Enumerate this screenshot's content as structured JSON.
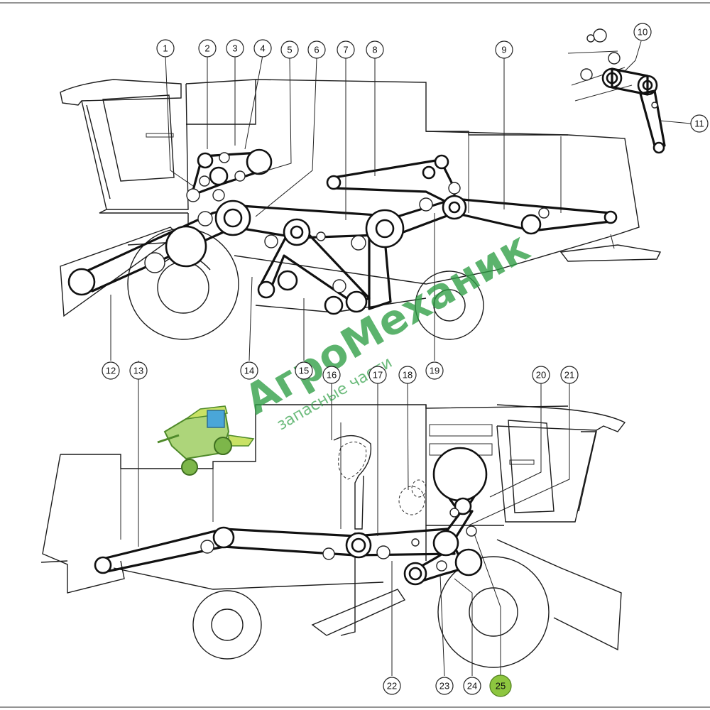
{
  "watermark": {
    "title": "АгроМеханик",
    "subtitle": "запасные части",
    "color": "#2e9e44",
    "logo_icon": "combine-harvester-logo-icon"
  },
  "highlight_color": "#8dc63f",
  "callouts": [
    {
      "label": "1"
    },
    {
      "label": "2"
    },
    {
      "label": "3"
    },
    {
      "label": "4"
    },
    {
      "label": "5"
    },
    {
      "label": "6"
    },
    {
      "label": "7"
    },
    {
      "label": "8"
    },
    {
      "label": "9"
    },
    {
      "label": "10"
    },
    {
      "label": "11"
    },
    {
      "label": "12"
    },
    {
      "label": "13"
    },
    {
      "label": "14"
    },
    {
      "label": "15"
    },
    {
      "label": "16"
    },
    {
      "label": "17"
    },
    {
      "label": "18"
    },
    {
      "label": "19"
    },
    {
      "label": "20"
    },
    {
      "label": "21"
    },
    {
      "label": "22"
    },
    {
      "label": "23"
    },
    {
      "label": "24"
    },
    {
      "label": "25",
      "highlighted": true
    }
  ]
}
